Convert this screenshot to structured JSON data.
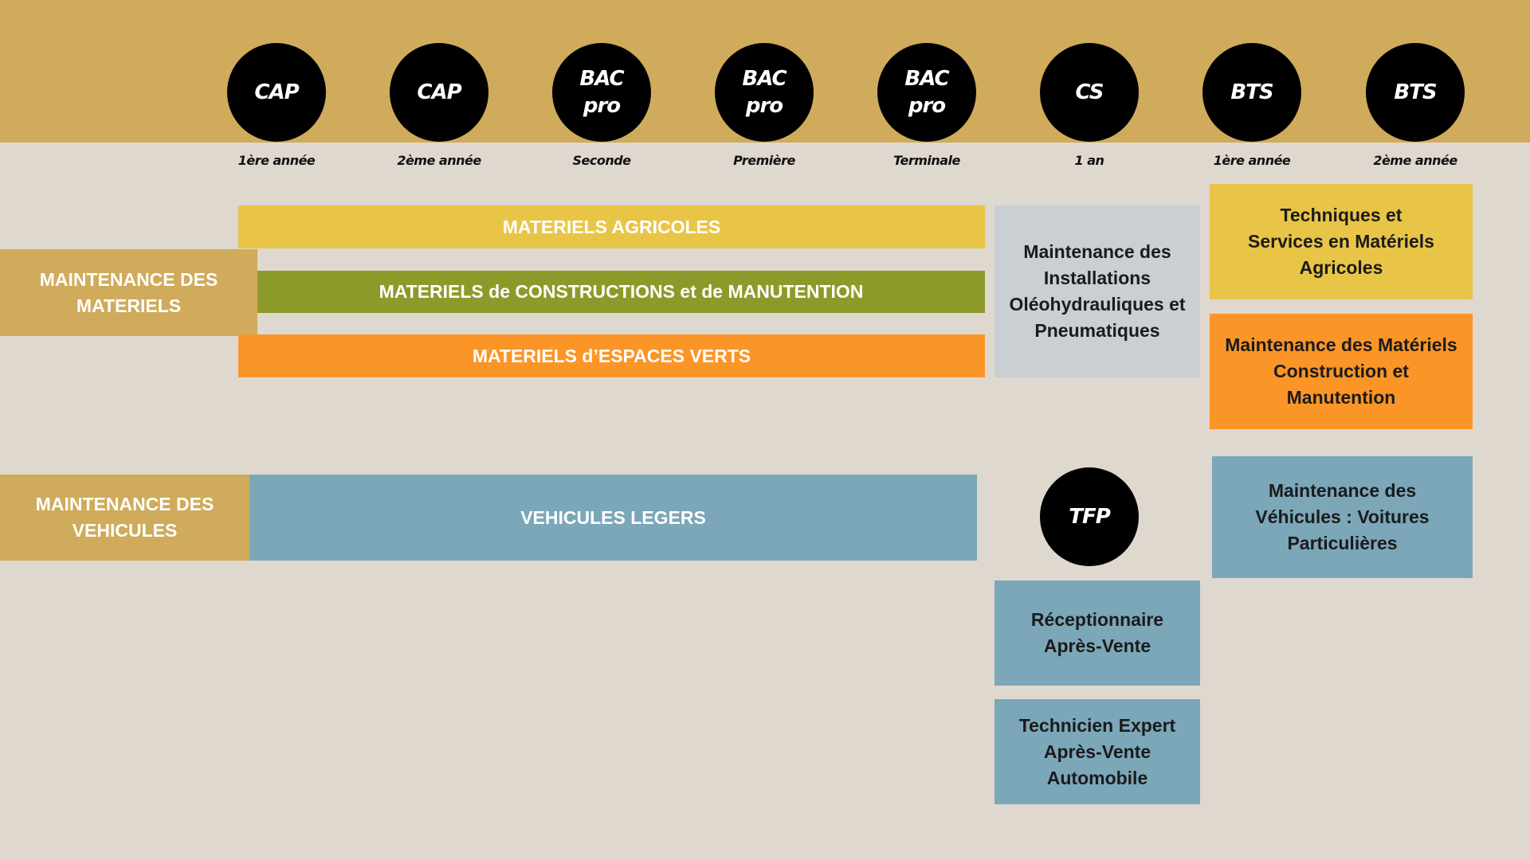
{
  "levels": [
    {
      "title": [
        "CAP"
      ],
      "sub": "1ère année"
    },
    {
      "title": [
        "CAP"
      ],
      "sub": "2ème année"
    },
    {
      "title": [
        "BAC",
        "pro"
      ],
      "sub": "Seconde"
    },
    {
      "title": [
        "BAC",
        "pro"
      ],
      "sub": "Première"
    },
    {
      "title": [
        "BAC",
        "pro"
      ],
      "sub": "Terminale"
    },
    {
      "title": [
        "CS"
      ],
      "sub": "1 an"
    },
    {
      "title": [
        "BTS"
      ],
      "sub": "1ère année"
    },
    {
      "title": [
        "BTS"
      ],
      "sub": "2ème année"
    }
  ],
  "materiels": {
    "category": "MAINTENANCE DES MATERIELS",
    "bars": [
      "MATERIELS AGRICOLES",
      "MATERIELS de CONSTRUCTIONS et de MANUTENTION",
      "MATERIELS d’ESPACES VERTS"
    ],
    "cs": "Maintenance des Installations Oléohydrauliques et Pneumatiques",
    "bts": [
      "Techniques et Services en Matériels Agricoles",
      "Maintenance des Matériels Construction et Manutention"
    ]
  },
  "vehicules": {
    "category": "MAINTENANCE DES VEHICULES",
    "bar": "VEHICULES LEGERS",
    "tfp": "TFP",
    "tfp_items": [
      "Réceptionnaire Après-Vente",
      "Technicien Expert Après-Vente Automobile"
    ],
    "bts": "Maintenance des Véhicules : Voitures Particulières"
  },
  "colors": {
    "header": "#cfab5b",
    "yellow": "#e9c547",
    "green": "#8d9a2a",
    "orange": "#fb9527",
    "grey": "#c9cfd3",
    "blue": "#7ba7b9"
  }
}
